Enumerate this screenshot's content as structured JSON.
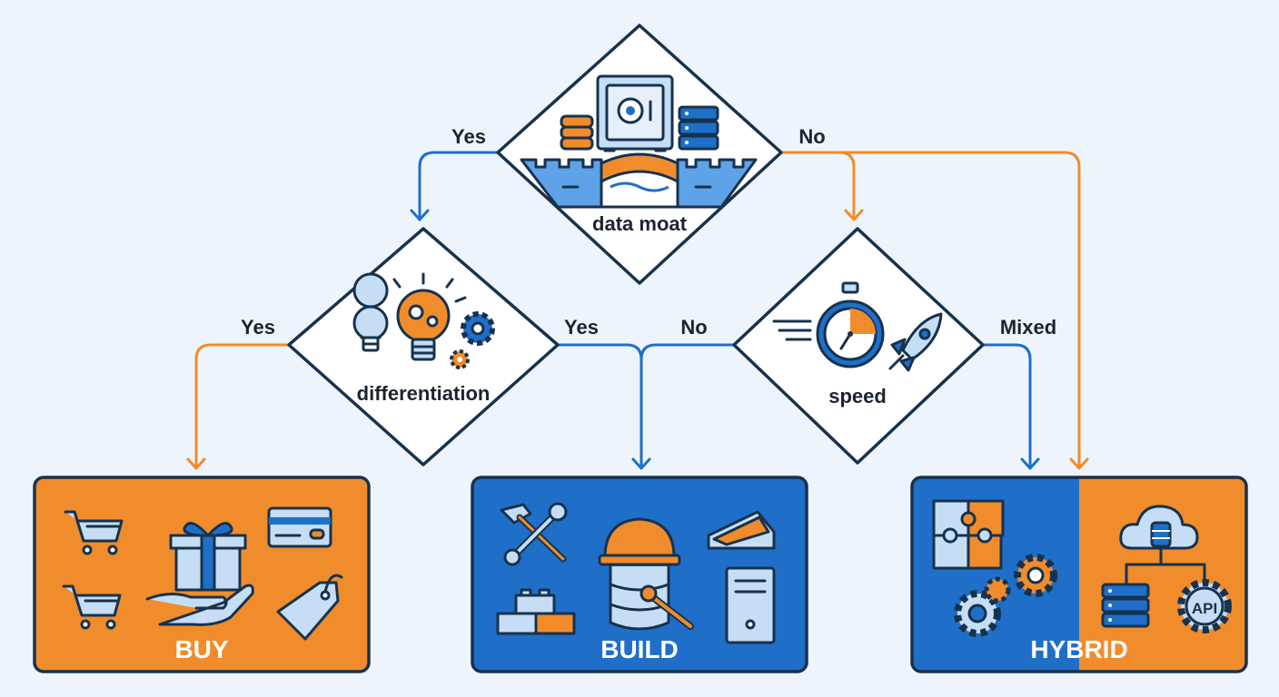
{
  "colors": {
    "background": "#eef4fb",
    "blue": "#1f6fc8",
    "orange": "#f08c2c",
    "ink": "#17324d",
    "light_blue": "#c5ddf5",
    "white": "#ffffff"
  },
  "nodes": {
    "data_moat": {
      "label": "data moat",
      "icons": [
        "safe-icon",
        "coin-stack-icon",
        "server-stack-icon",
        "castle-wall-icon",
        "bridge-icon"
      ]
    },
    "differentiation": {
      "label": "differentiation",
      "icons": [
        "lightbulb-icon",
        "idea-gears-lightbulb-icon",
        "gear-icon"
      ]
    },
    "speed": {
      "label": "speed",
      "icons": [
        "stopwatch-icon",
        "rocket-icon",
        "motion-lines-icon"
      ]
    }
  },
  "edges": {
    "moat_yes": "Yes",
    "moat_no": "No",
    "diff_yes_left": "Yes",
    "diff_yes_right": "Yes",
    "speed_no": "No",
    "speed_mixed": "Mixed"
  },
  "outcomes": {
    "buy": {
      "label": "BUY",
      "icons": [
        "shopping-cart-icon",
        "gift-hand-icon",
        "credit-card-icon",
        "price-tag-icon"
      ]
    },
    "build": {
      "label": "BUILD",
      "icons": [
        "hammer-wrench-icon",
        "hard-hat-database-icon",
        "building-blocks-icon",
        "server-tower-icon",
        "ruler-icon"
      ]
    },
    "hybrid": {
      "label": "HYBRID",
      "icons": [
        "puzzle-icon",
        "gears-icon",
        "cloud-database-icon",
        "server-stack-icon",
        "api-gear-icon"
      ],
      "api_label": "API"
    }
  }
}
